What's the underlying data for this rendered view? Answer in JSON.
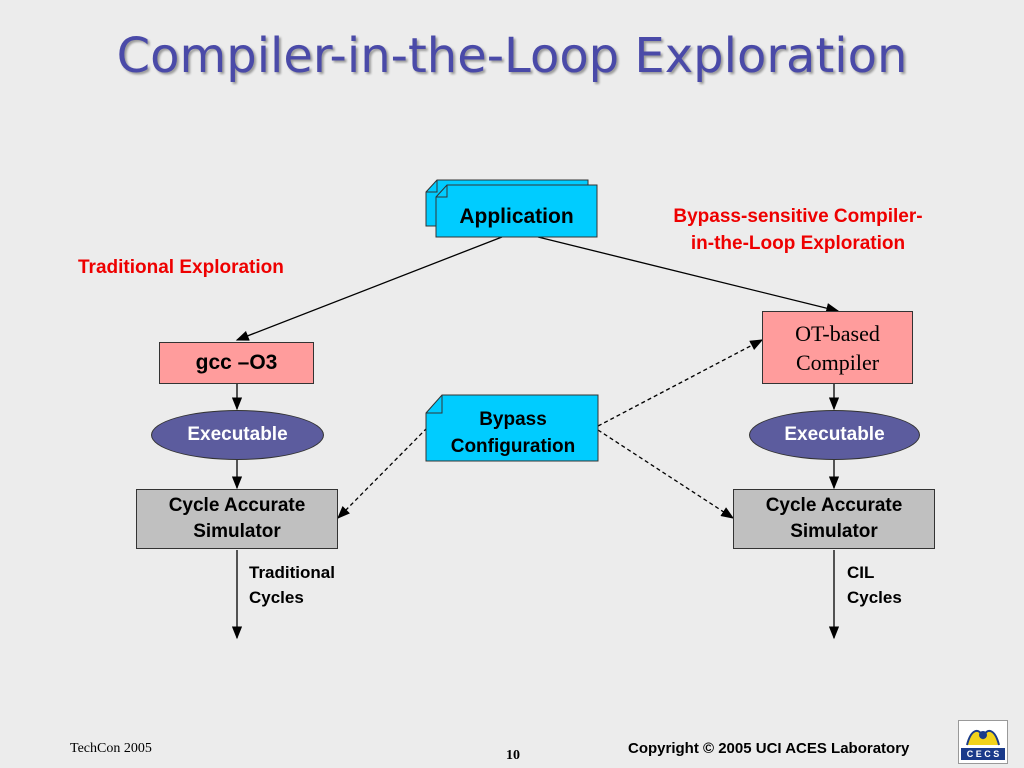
{
  "title": "Compiler-in-the-Loop Exploration",
  "labels": {
    "traditional_exploration": "Traditional Exploration",
    "bypass_sensitive": "Bypass-sensitive Compiler-in-the-Loop Exploration"
  },
  "nodes": {
    "application": "Application",
    "gcc": "gcc –O3",
    "ot_compiler": "OT-based Compiler",
    "bypass_config": "Bypass Configuration",
    "executable_left": "Executable",
    "executable_right": "Executable",
    "simulator_left": "Cycle Accurate Simulator",
    "simulator_right": "Cycle Accurate Simulator"
  },
  "outputs": {
    "traditional_cycles": "Traditional Cycles",
    "cil_cycles": "CIL Cycles"
  },
  "footer": {
    "left": "TechCon 2005",
    "page": "10",
    "right": "Copyright © 2005  UCI ACES Laboratory"
  },
  "logo": {
    "text": "C E C S"
  },
  "colors": {
    "title": "#4a4aa8",
    "red_label": "#ee0000",
    "pink_box": "#ff9c9c",
    "cyan_box": "#00ccff",
    "oval": "#5c5c9e",
    "gray_box": "#c0c0c0"
  }
}
